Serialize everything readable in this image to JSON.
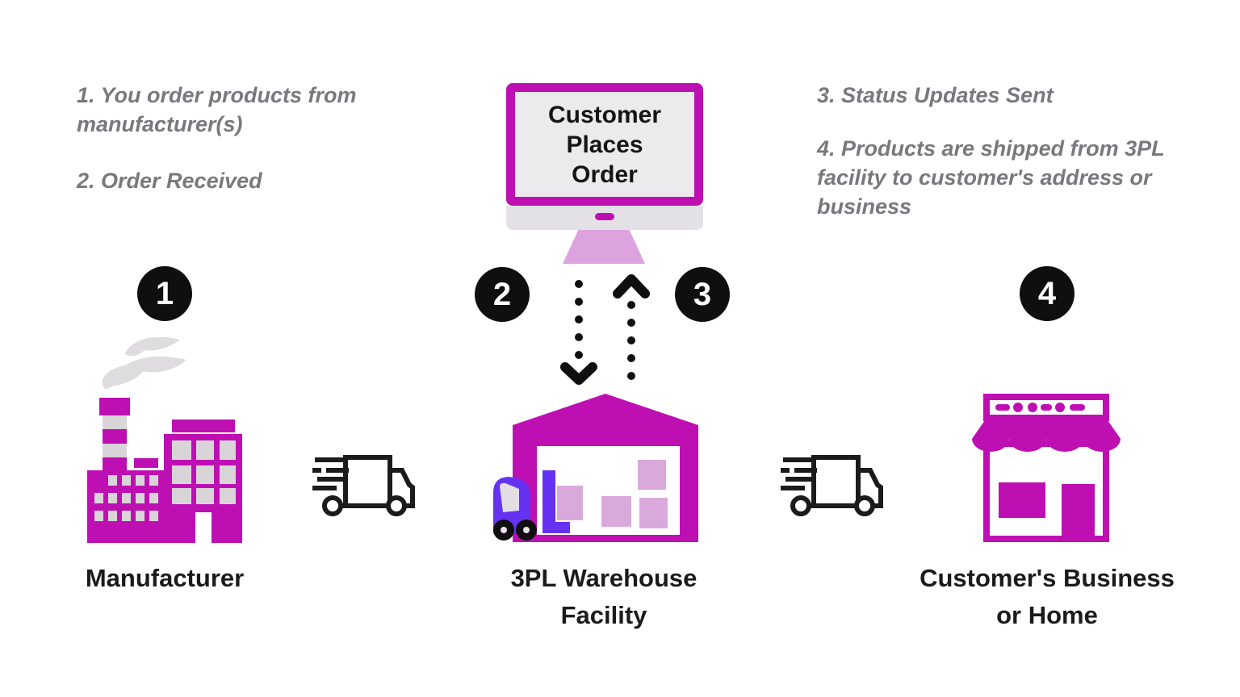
{
  "colors": {
    "magenta": "#BE10B2",
    "light_purple": "#DCA3DF",
    "box_pink": "#D9A9DC",
    "forklift_purple": "#6532F2",
    "screen_gray": "#EDEAEE",
    "chin_gray": "#E4E1E6",
    "smoke_gray": "#DEDCDE",
    "window_gray": "#D8D4D8",
    "annotation_gray": "#79787D",
    "label_black": "#1B1B1B",
    "badge_black": "#0F0F0F"
  },
  "annotations": {
    "step1": "1. You order products from manufacturer(s)",
    "step2": "2. Order Received",
    "step3": "3. Status Updates Sent",
    "step4": "4. Products are shipped from 3PL facility to customer's address or business"
  },
  "monitor": {
    "screen_text": "Customer\nPlaces\nOrder"
  },
  "badges": {
    "step1": "1",
    "step2": "2",
    "step3": "3",
    "step4": "4"
  },
  "labels": {
    "manufacturer": "Manufacturer",
    "warehouse": "3PL Warehouse\nFacility",
    "customer": "Customer's Business\nor Home"
  },
  "icons": {
    "monitor": "computer-monitor-icon",
    "arrow_down": "dotted-arrow-down-icon",
    "arrow_up": "dotted-arrow-up-icon",
    "factory": "factory-icon",
    "smoke": "smoke-icon",
    "truck": "delivery-truck-icon",
    "warehouse": "warehouse-icon",
    "forklift": "forklift-icon",
    "storefront": "storefront-icon"
  }
}
